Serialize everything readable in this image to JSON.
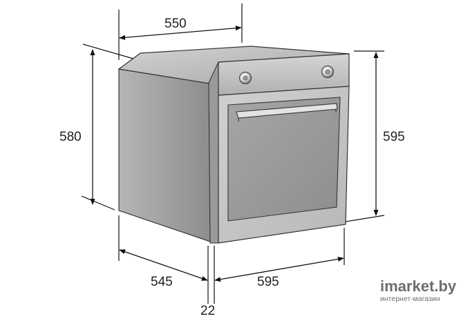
{
  "dimensions": {
    "top_depth": "550",
    "left_height": "580",
    "right_height": "595",
    "bottom_depth": "545",
    "bottom_width": "595",
    "panel_thickness": "22"
  },
  "watermark": {
    "brand": "imarket.by",
    "tagline": "интернет-магазин"
  },
  "colors": {
    "body": "#a9a9a9",
    "body_dark": "#8f8f8f",
    "top": "#bdbdbd",
    "front": "#c8c8c8",
    "window": "#9c9c9c",
    "outline": "#333333"
  },
  "icons": [
    "knob-icon",
    "arrow-icon"
  ]
}
